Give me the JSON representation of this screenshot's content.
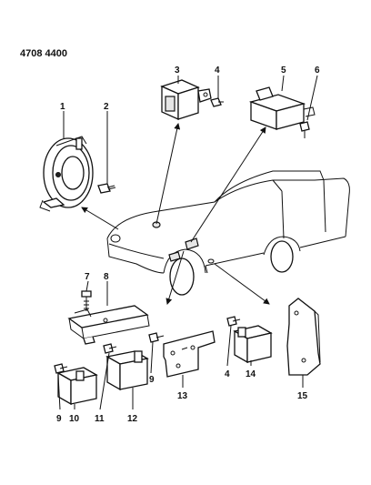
{
  "header": {
    "code": "4708 4400"
  },
  "callouts": [
    {
      "id": "c1",
      "text": "1"
    },
    {
      "id": "c2",
      "text": "2"
    },
    {
      "id": "c3",
      "text": "3"
    },
    {
      "id": "c4",
      "text": "4"
    },
    {
      "id": "c5",
      "text": "5"
    },
    {
      "id": "c6",
      "text": "6"
    },
    {
      "id": "c7",
      "text": "7"
    },
    {
      "id": "c8",
      "text": "8"
    },
    {
      "id": "c9a",
      "text": "9"
    },
    {
      "id": "c9b",
      "text": "9"
    },
    {
      "id": "c10",
      "text": "10"
    },
    {
      "id": "c11",
      "text": "11"
    },
    {
      "id": "c12",
      "text": "12"
    },
    {
      "id": "c13",
      "text": "13"
    },
    {
      "id": "c4b",
      "text": "4"
    },
    {
      "id": "c14",
      "text": "14"
    },
    {
      "id": "c15",
      "text": "15"
    }
  ]
}
